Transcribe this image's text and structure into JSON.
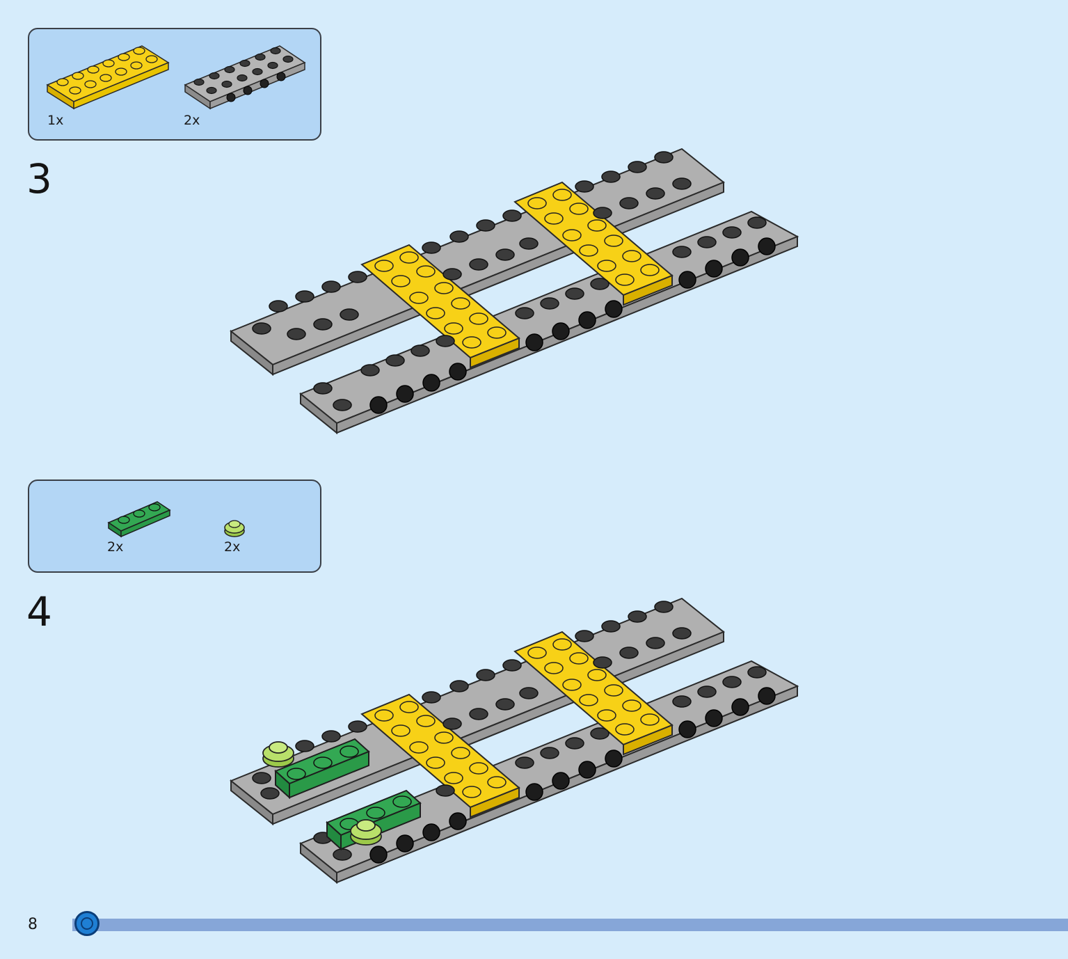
{
  "page": {
    "number": "8"
  },
  "progress": {
    "fraction": 0.0
  },
  "steps": [
    {
      "number": "3",
      "parts": [
        {
          "icon": "yellow-plate-2x6-icon",
          "qty": "1x"
        },
        {
          "icon": "grey-wheel-plate-icon",
          "qty": "2x"
        }
      ]
    },
    {
      "number": "4",
      "parts": [
        {
          "icon": "green-plate-1x3-icon",
          "qty": "2x"
        },
        {
          "icon": "lime-round-plate-icon",
          "qty": "2x"
        }
      ]
    }
  ],
  "colors": {
    "background": "#d6ecfb",
    "parts_box": "#b3d6f5",
    "yellow": "#f7d117",
    "grey": "#a9a9a9",
    "green": "#33a853",
    "lime": "#b9e06a",
    "progress": "#86a6d8"
  }
}
